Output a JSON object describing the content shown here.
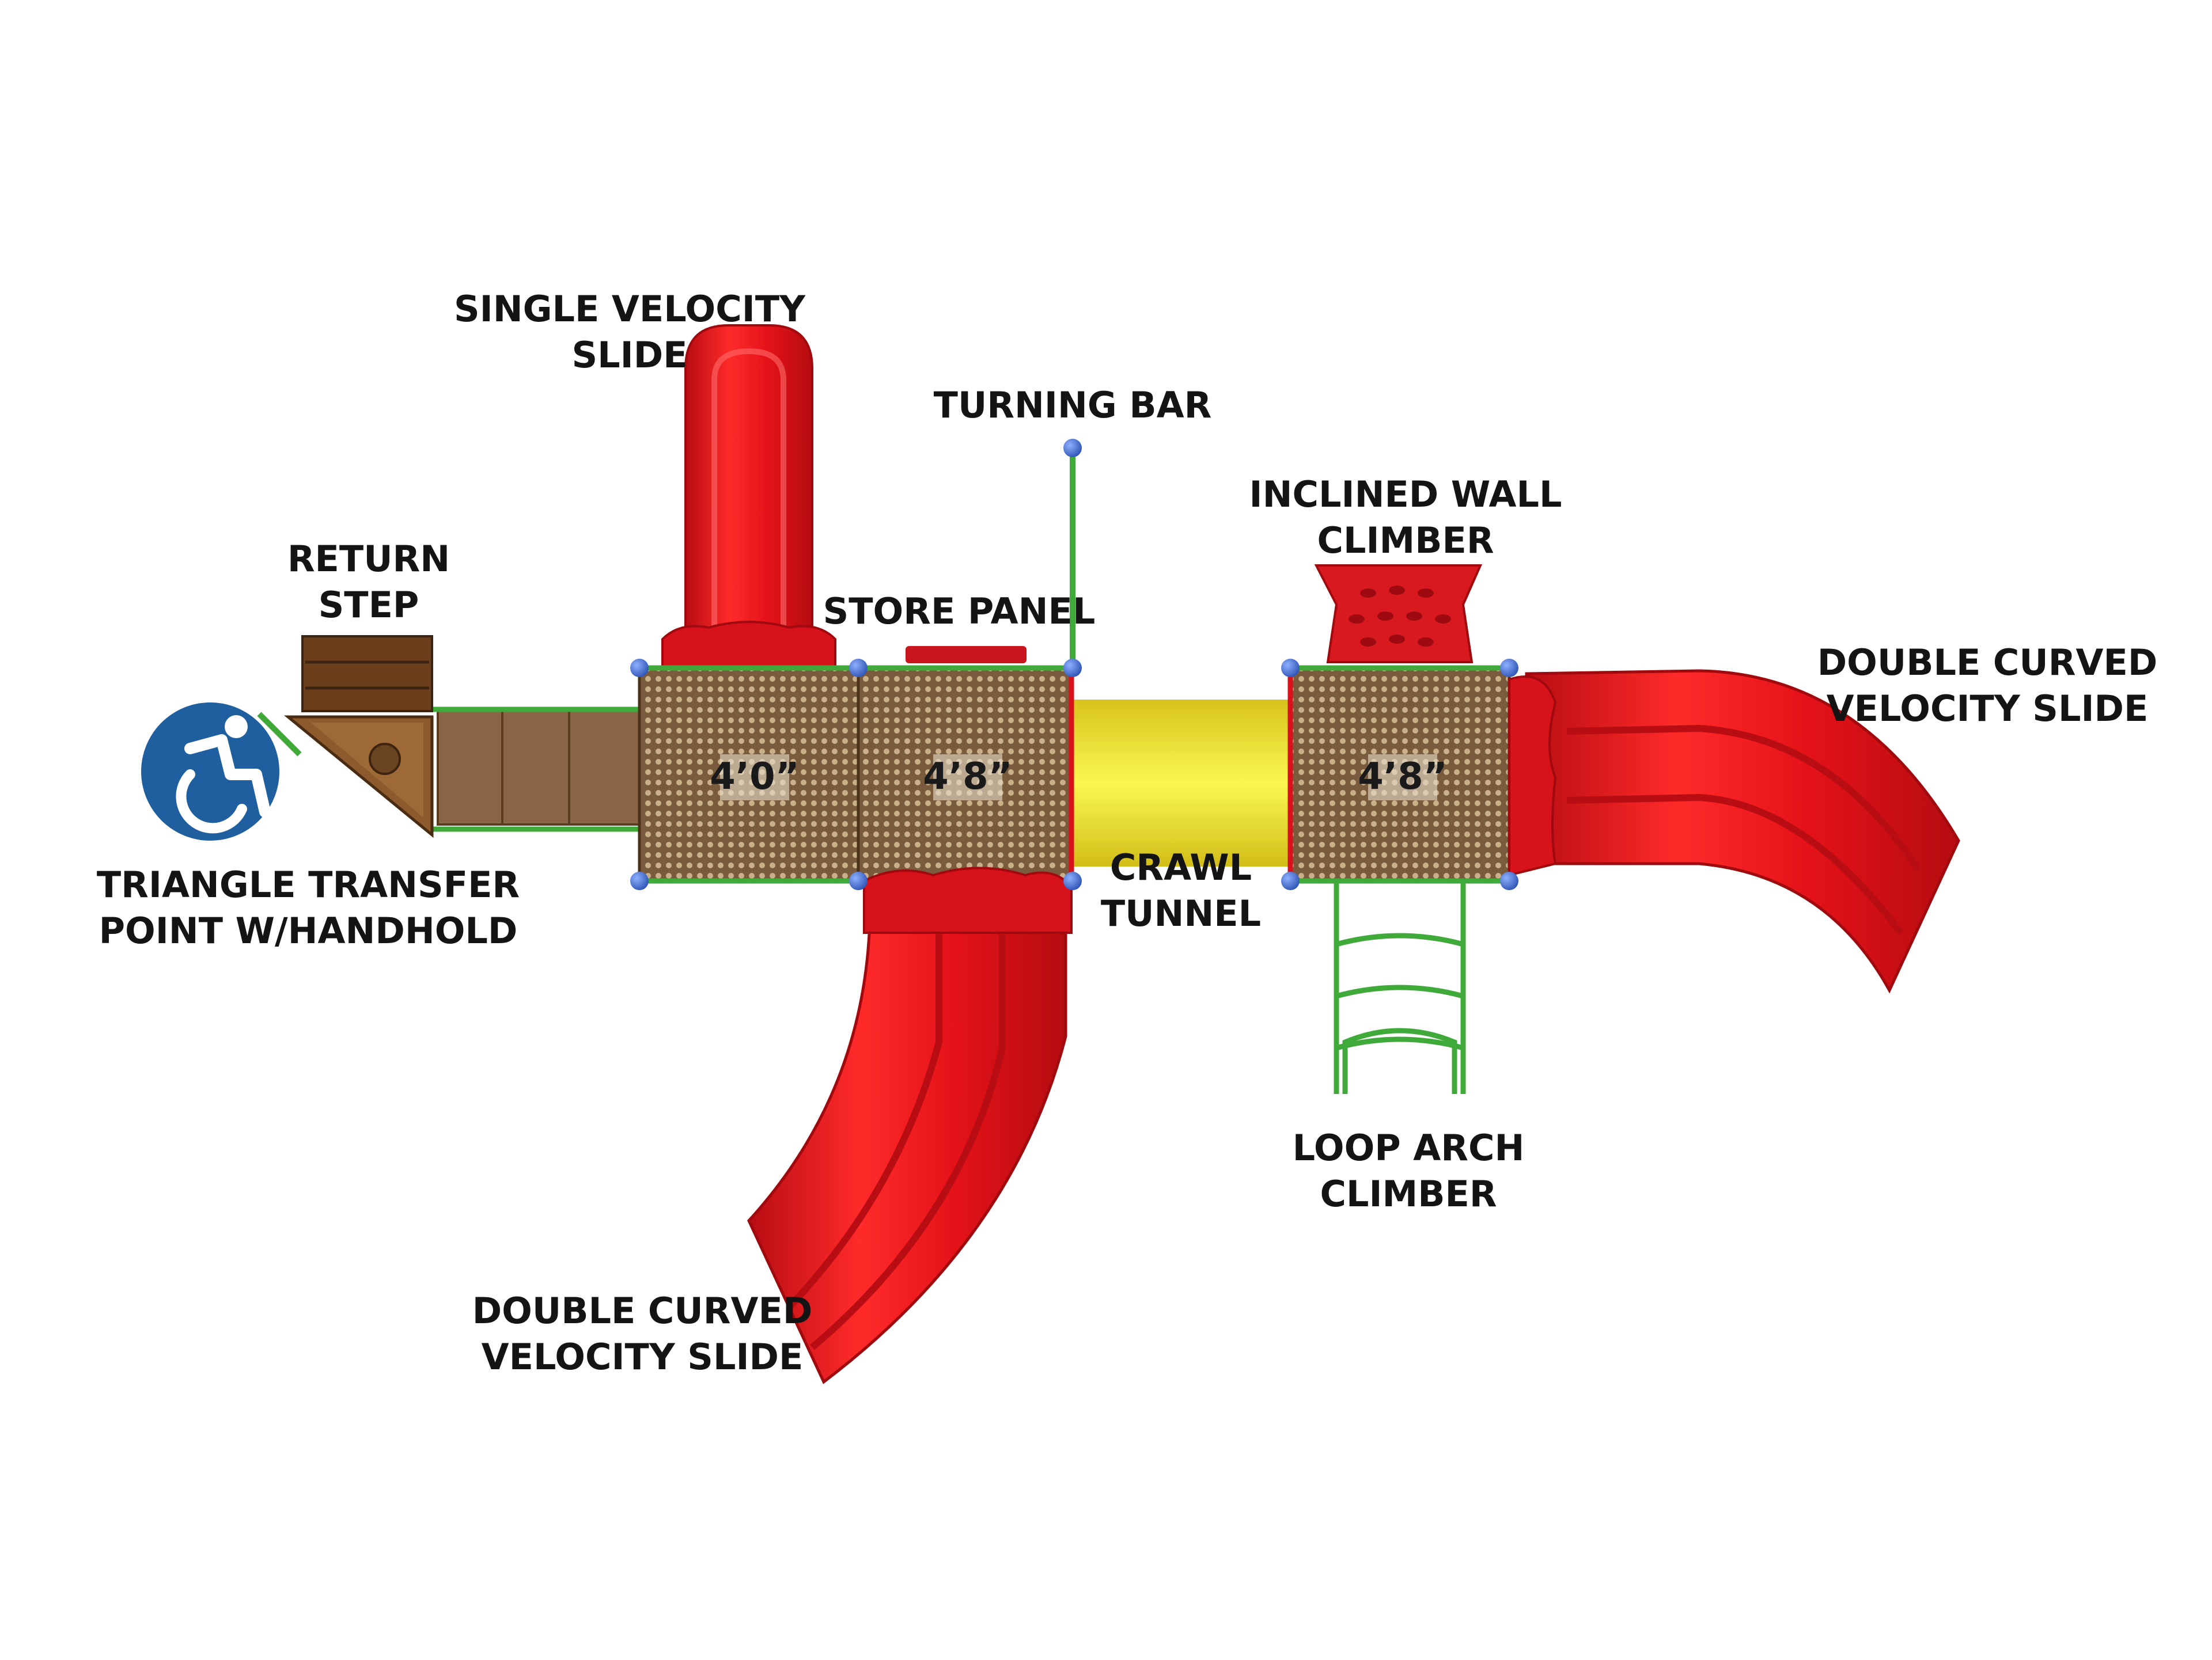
{
  "labels": {
    "single_velocity_slide": [
      "SINGLE VELOCITY",
      "SLIDE"
    ],
    "turning_bar": [
      "TURNING BAR"
    ],
    "inclined_wall_climber": [
      "INCLINED WALL",
      "CLIMBER"
    ],
    "return_step": [
      "RETURN",
      "STEP"
    ],
    "store_panel": [
      "STORE PANEL"
    ],
    "double_curved_slide_right": [
      "DOUBLE CURVED",
      "VELOCITY SLIDE"
    ],
    "triangle_transfer_point": [
      "TRIANGLE TRANSFER",
      "POINT W/HANDHOLD"
    ],
    "crawl_tunnel": [
      "CRAWL",
      "TUNNEL"
    ],
    "loop_arch_climber": [
      "LOOP ARCH",
      "CLIMBER"
    ],
    "double_curved_slide_bottom": [
      "DOUBLE CURVED",
      "VELOCITY SLIDE"
    ]
  },
  "decks": {
    "deck_1": "4’0”",
    "deck_2": "4’8”",
    "deck_3": "4’8”"
  },
  "icons": {
    "accessibility": "accessibility-wheelchair-icon"
  },
  "colors": {
    "slide_red": "#e0141b",
    "deck_brown": "#8a6a4c",
    "tunnel_yellow": "#f7f23a",
    "rail_green": "#3faa3a",
    "post_blue": "#3a64c8",
    "access_blue": "#1f5fa0",
    "wood_brown": "#6b3f1c"
  }
}
